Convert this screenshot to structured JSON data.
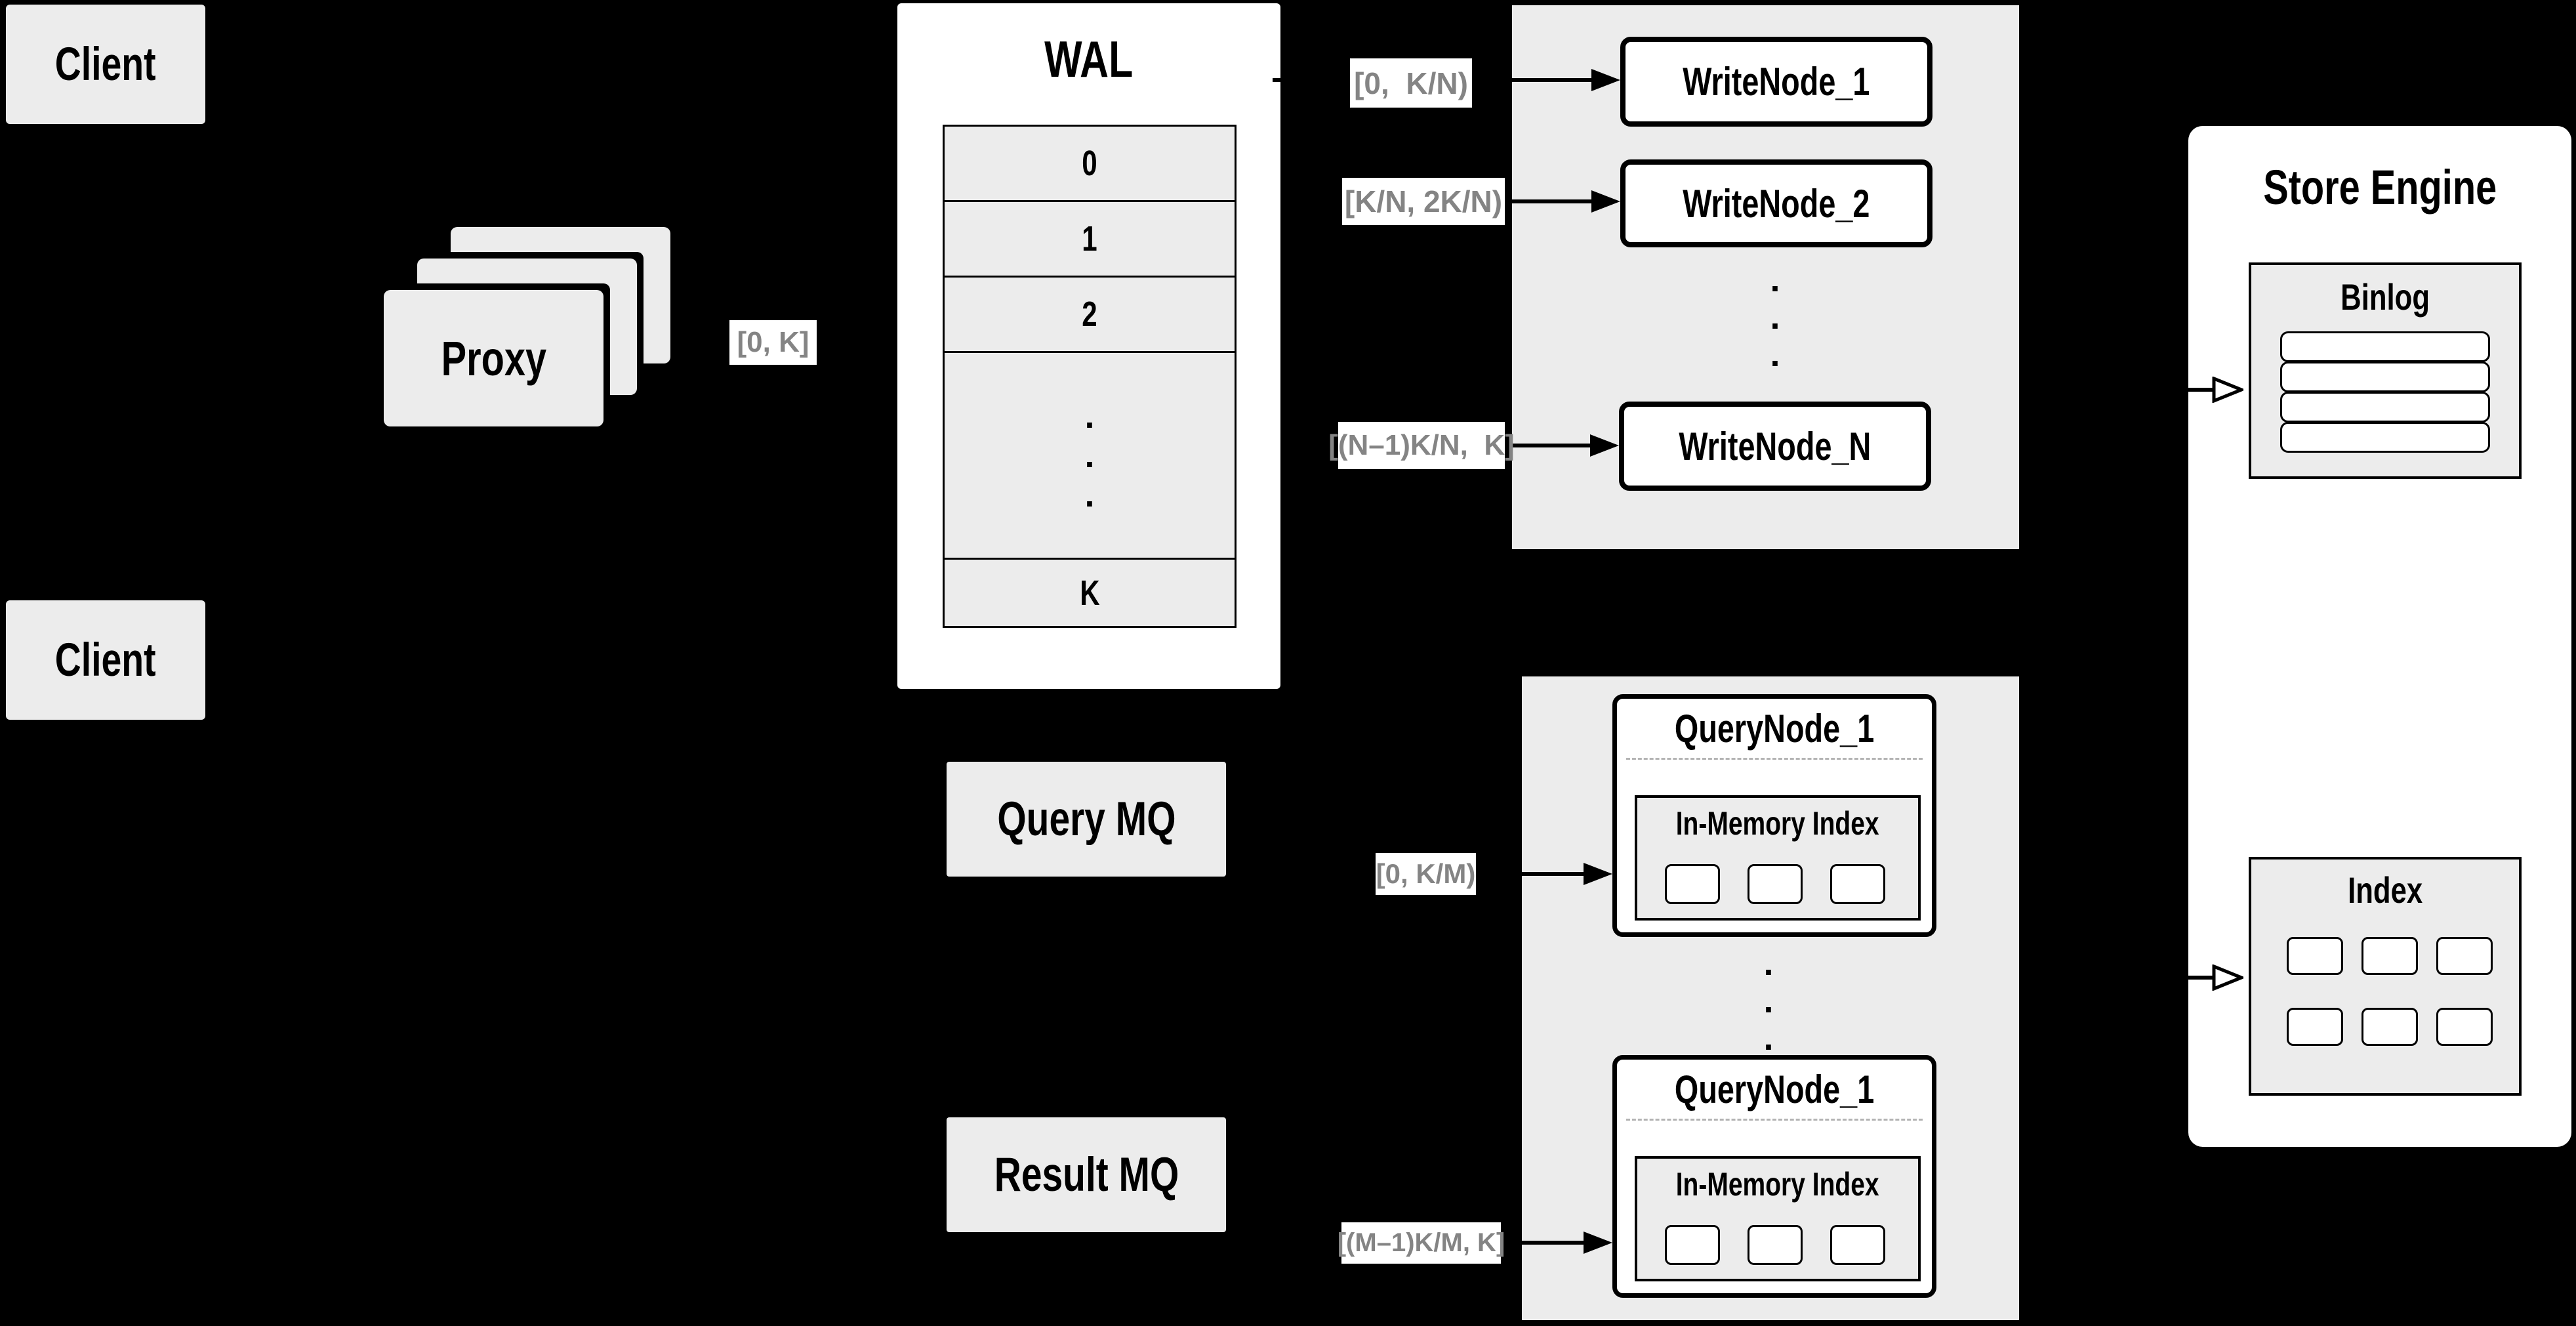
{
  "colors": {
    "background": "#000000",
    "panel_gray": "#ececec",
    "box_white": "#ffffff",
    "line_black": "#000000",
    "label_text_gray": "#848484",
    "separator_gray": "#b3b3b3"
  },
  "clients": {
    "top": "Client",
    "bottom": "Client"
  },
  "proxy": {
    "label": "Proxy"
  },
  "wal": {
    "title": "WAL",
    "rows": [
      "0",
      "1",
      "2",
      "K"
    ]
  },
  "range_labels": {
    "proxy_out": "[0, K]",
    "wal_to_write_1": "[0,  K/N)",
    "wal_to_write_2": "[K/N, 2K/N)",
    "wal_to_write_n": "[(N–1)K/N,  K]",
    "mq_to_query_1": "[0, K/M)",
    "mq_to_query_m": "[(M–1)K/M, K]"
  },
  "write_nodes": {
    "node_1": "WriteNode_1",
    "node_2": "WriteNode_2",
    "node_n": "WriteNode_N"
  },
  "query_nodes": {
    "box_1": {
      "title": "QueryNode_1",
      "inmemory": "In-Memory Index"
    },
    "box_2": {
      "title": "QueryNode_1",
      "inmemory": "In-Memory Index"
    }
  },
  "mq": {
    "query": "Query MQ",
    "result": "Result MQ"
  },
  "store_engine": {
    "title": "Store Engine",
    "binlog": "Binlog",
    "index": "Index"
  },
  "dot": "."
}
